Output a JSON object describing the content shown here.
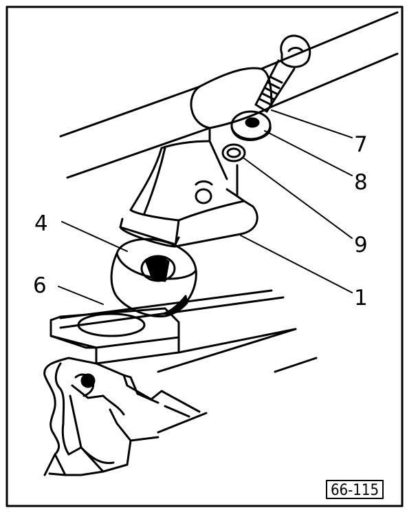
{
  "callouts": [
    "7",
    "8",
    "9",
    "1",
    "4",
    "6"
  ],
  "figure_ref": "66-115",
  "colors": {
    "ink": "#000000",
    "paper": "#ffffff"
  }
}
